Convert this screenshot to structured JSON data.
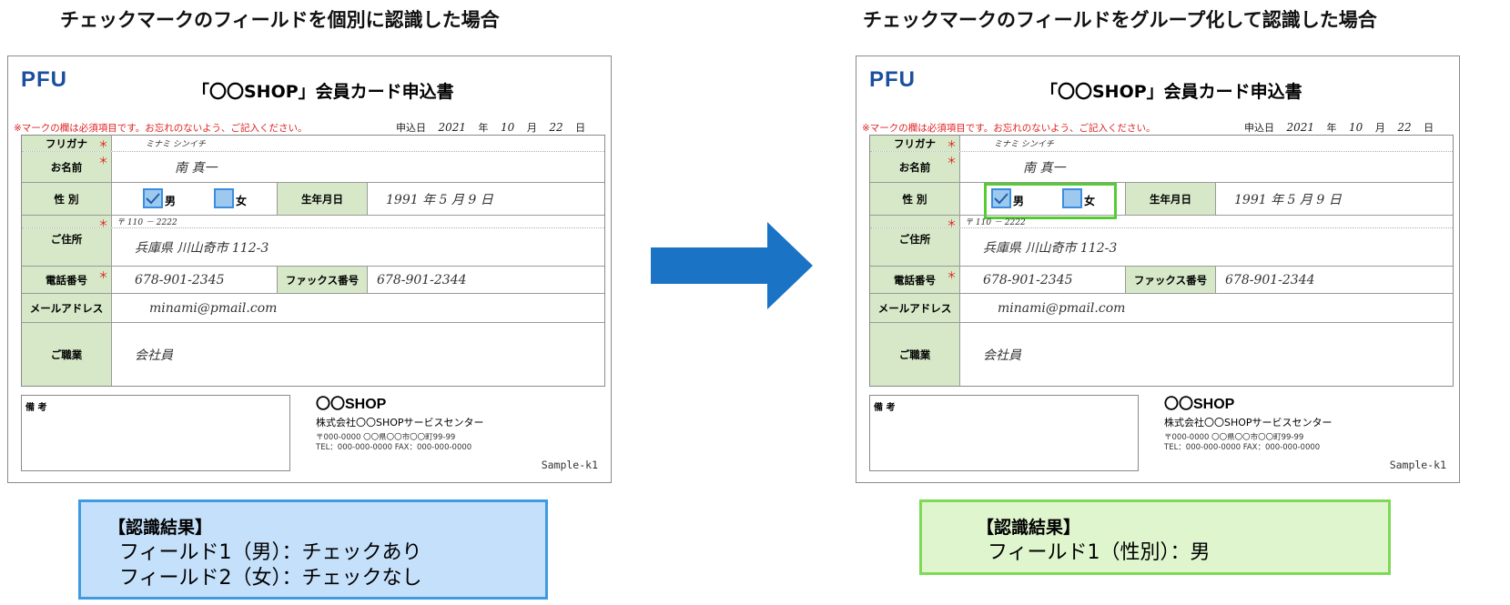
{
  "headings": {
    "left": "チェックマークのフィールドを個別に認識した場合",
    "right": "チェックマークのフィールドをグループ化して認識した場合"
  },
  "form": {
    "logo": "PFU",
    "title": "「〇〇SHOP」会員カード申込書",
    "notice": "※マークの欄は必須項目です。お忘れのないよう、ご記入ください。",
    "date_label": "申込日",
    "date_year": "2021",
    "date_year_unit": "年",
    "date_month": "10",
    "date_month_unit": "月",
    "date_day": "22",
    "date_day_unit": "日",
    "star": "＊",
    "labels": {
      "furigana": "フリガナ",
      "name": "お名前",
      "gender": "性 別",
      "birthdate": "生年月日",
      "address": "ご住所",
      "phone": "電話番号",
      "fax": "ファックス番号",
      "email": "メールアドレス",
      "occupation": "ご職業",
      "notes": "備 考"
    },
    "values": {
      "furigana": "ミナミ シンイチ",
      "name": "南 真一",
      "gender_male": "男",
      "gender_female": "女",
      "birthdate": "1991 年  5 月  9 日",
      "postal": "〒 110 － 2222",
      "address": "兵庫県 川山奇市 112-3",
      "phone": "678-901-2345",
      "fax": "678-901-2344",
      "email": "minami@pmail.com",
      "occupation": "会社員"
    },
    "shop": {
      "name": "〇〇SHOP",
      "company": "株式会社〇〇SHOPサービスセンター",
      "address": "〒000-0000  〇〇県〇〇市〇〇町99-99",
      "tel": "TEL：000-000-0000  FAX：000-000-0000"
    },
    "sample": "Sample-k1"
  },
  "results": {
    "left": {
      "title": "【認識結果】",
      "lines": [
        "フィールド1（男）：チェックあり",
        "フィールド2（女）：チェックなし"
      ]
    },
    "right": {
      "title": "【認識結果】",
      "lines": [
        "フィールド1（性別）：男"
      ]
    }
  },
  "colors": {
    "arrow": "#1a73c4",
    "left_result_bg": "#c5e0fa",
    "left_result_border": "#3f9be0",
    "right_result_bg": "#dff5cd",
    "right_result_border": "#7ed957",
    "checkbox_border": "#3a8de0",
    "group_highlight": "#55cc33",
    "label_bg": "#d6e8c8",
    "logo": "#1b4f9e"
  },
  "icons": {
    "arrow": "right-arrow-icon",
    "checkmark": "checkmark-icon"
  }
}
